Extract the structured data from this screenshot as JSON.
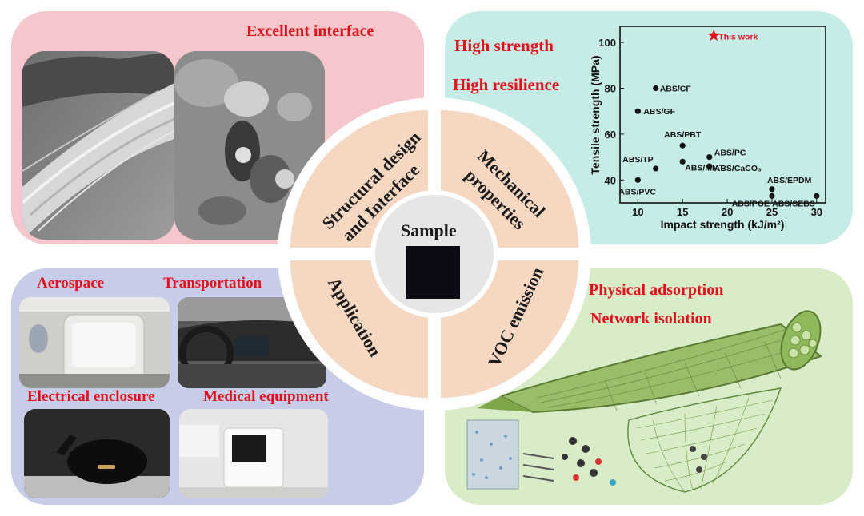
{
  "panels": {
    "interface": {
      "title": "Excellent interface"
    },
    "mechanical": {
      "label1": "High strength",
      "label2": "High resilience"
    },
    "application": {
      "labels": [
        "Aerospace",
        "Transportation",
        "Electrical enclosure",
        "Medical equipment"
      ]
    },
    "voc": {
      "label1": "Physical adsorption",
      "label2": "Network isolation"
    }
  },
  "center": {
    "sample": "Sample",
    "q_top_left": [
      "Structural design",
      "and Interface"
    ],
    "q_top_right": [
      "Mechanical",
      "properties"
    ],
    "q_bottom_left": "Application",
    "q_bottom_right": "VOC emission"
  },
  "chart_data": {
    "type": "scatter",
    "xlabel": "Impact strength (kJ/m²)",
    "ylabel": "Tensile strength (MPa)",
    "xlim": [
      8,
      31
    ],
    "ylim": [
      30,
      107
    ],
    "xticks": [
      "10",
      "15",
      "20",
      "25",
      "30"
    ],
    "yticks": [
      "40",
      "60",
      "80",
      "100"
    ],
    "points": [
      {
        "label": "This work",
        "x": 18.5,
        "y": 103,
        "highlight": true
      },
      {
        "label": "ABS/CF",
        "x": 12,
        "y": 80
      },
      {
        "label": "ABS/GF",
        "x": 10,
        "y": 70
      },
      {
        "label": "ABS/PBT",
        "x": 15,
        "y": 55
      },
      {
        "label": "ABS/PC",
        "x": 18,
        "y": 50
      },
      {
        "label": "ABS/CaCO₃",
        "x": 18,
        "y": 46
      },
      {
        "label": "ABS/TP",
        "x": 12,
        "y": 45
      },
      {
        "label": "ABS/MMT",
        "x": 15,
        "y": 48
      },
      {
        "label": "ABS/PVC",
        "x": 10,
        "y": 40
      },
      {
        "label": "ABS/EPDM",
        "x": 25,
        "y": 36
      },
      {
        "label": "ABS/POE",
        "x": 25,
        "y": 33
      },
      {
        "label": "ABS/SEBS",
        "x": 30,
        "y": 33
      }
    ],
    "colors": {
      "marker": "#111111",
      "highlight": "#e3101b"
    }
  }
}
